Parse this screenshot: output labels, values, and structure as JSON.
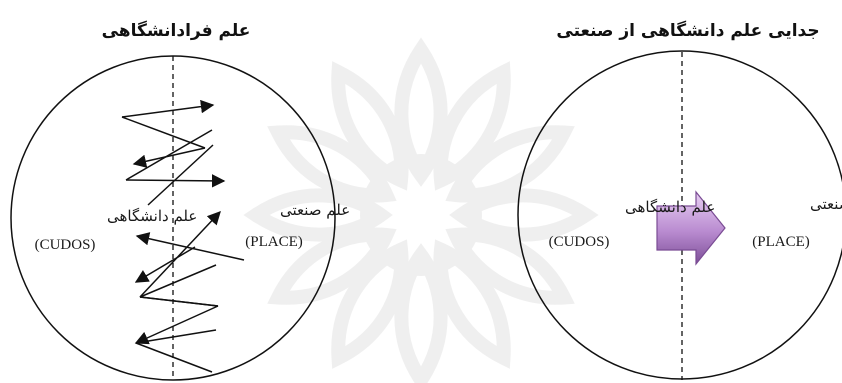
{
  "left_panel": {
    "title": "علم فرادانشگاهی",
    "left_label": "علم دانشگاهی",
    "left_code": "(CUDOS)",
    "right_label": "علم صنعتی",
    "right_code": "(PLACE)"
  },
  "right_panel": {
    "title": "جدایی علم دانشگاهی از صنعتی",
    "left_label": "علم دانشگاهی",
    "left_code": "(CUDOS)",
    "right_label": "علم صنعتی",
    "right_code": "(PLACE)"
  },
  "colors": {
    "arrow_fill_light": "#d9b8ea",
    "arrow_fill_dark": "#8e5ca8",
    "line": "#111111",
    "watermark": "#e3e3e3"
  }
}
